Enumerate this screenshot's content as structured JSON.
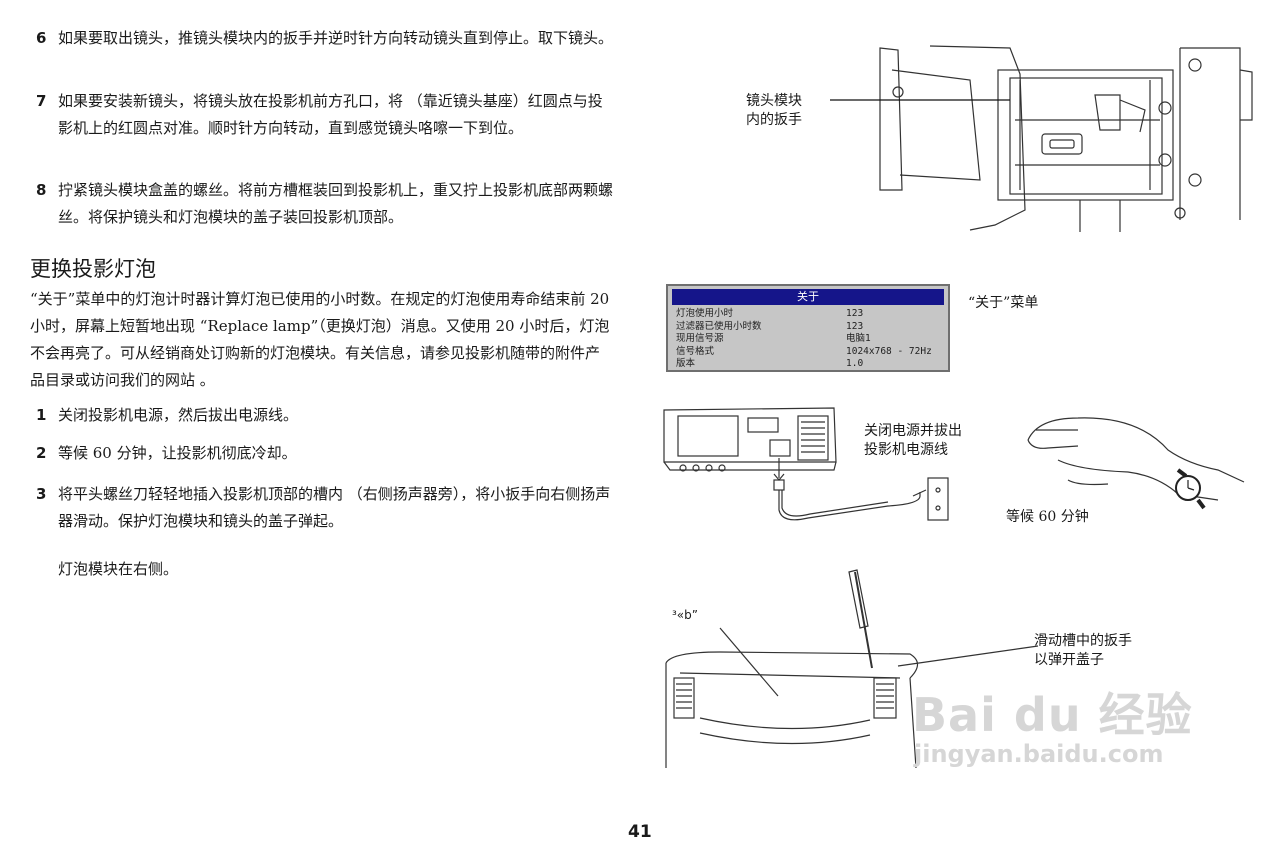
{
  "steps_top": [
    {
      "num": "6",
      "text": "如果要取出镜头，推镜头模块内的扳手并逆时针方向转动镜头直到停止。取下镜头。"
    },
    {
      "num": "7",
      "text": "如果要安装新镜头，将镜头放在投影机前方孔口，将 （靠近镜头基座）红圆点与投影机上的红圆点对准。顺时针方向转动，直到感觉镜头咯嚓一下到位。"
    },
    {
      "num": "8",
      "text": "拧紧镜头模块盒盖的螺丝。将前方槽框装回到投影机上，重又拧上投影机底部两颗螺丝。将保护镜头和灯泡模块的盖子装回投影机顶部。"
    }
  ],
  "section": {
    "heading": "更换投影灯泡",
    "paragraph": "“关于”菜单中的灯泡计时器计算灯泡已使用的小时数。在规定的灯泡使用寿命结束前 20 小时，屏幕上短暂地出现 “Replace lamp”（更换灯泡）消息。又使用 20 小时后，灯泡不会再亮了。可从经销商处订购新的灯泡模块。有关信息，请参见投影机随带的附件产品目录或访问我们的网站 。"
  },
  "steps_bottom": [
    {
      "num": "1",
      "text": "关闭投影机电源，然后拔出电源线。"
    },
    {
      "num": "2",
      "text": "等候 60 分钟，让投影机彻底冷却。"
    },
    {
      "num": "3",
      "text": "将平头螺丝刀轻轻地插入投影机顶部的槽内 （右侧扬声器旁），将小扳手向右侧扬声器滑动。保护灯泡模块和镜头的盖子弹起。"
    }
  ],
  "note": "灯泡模块在右侧。",
  "figures": {
    "lens_label_line1": "镜头模块",
    "lens_label_line2": "内的扳手",
    "menu_caption": "“关于”菜单",
    "power_label_line1": "关闭电源并拔出",
    "power_label_line2": "投影机电源线",
    "wait_label": "等候 60 分钟",
    "slot_label_line1": "滑动槽中的扳手",
    "slot_label_line2": "以弹开盖子",
    "garbled_label": "³«b”"
  },
  "about_menu": {
    "title": "关于",
    "rows": [
      {
        "key": "灯泡使用小时",
        "value": "123"
      },
      {
        "key": "过滤器已使用小时数",
        "value": "123"
      },
      {
        "key": "现用信号源",
        "value": "电脑1"
      },
      {
        "key": "信号格式",
        "value": "1024x768 - 72Hz"
      },
      {
        "key": "版本",
        "value": "1.0"
      }
    ]
  },
  "page_number": "41",
  "watermark": {
    "brand": "Bai du 经验",
    "url": "jingyan.baidu.com"
  }
}
